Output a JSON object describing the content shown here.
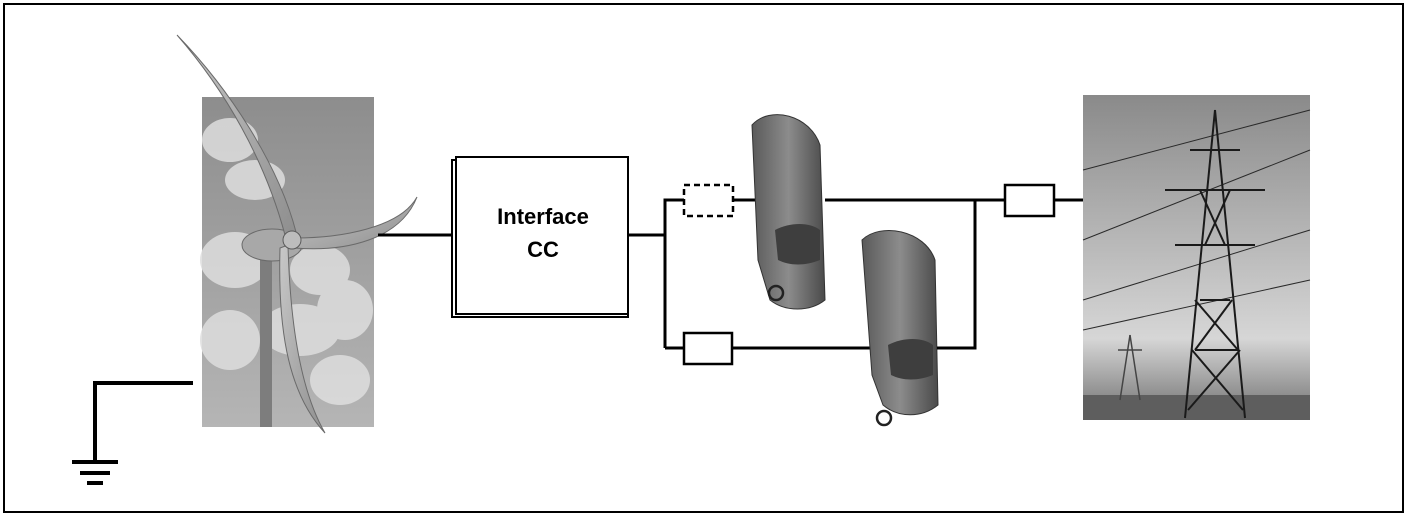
{
  "interface_box": {
    "line1": "Interface",
    "line2": "CC"
  },
  "components": {
    "turbine": "wind-turbine",
    "interface": "dc-interface",
    "inverters": [
      "inverter-1",
      "inverter-2"
    ],
    "fuses": [
      "fuse-dashed",
      "fuse-lower",
      "fuse-output"
    ],
    "grid": "transmission-tower",
    "ground": "ground-symbol"
  },
  "colors": {
    "line": "#000000",
    "photo_gray": "#9a9a9a"
  }
}
